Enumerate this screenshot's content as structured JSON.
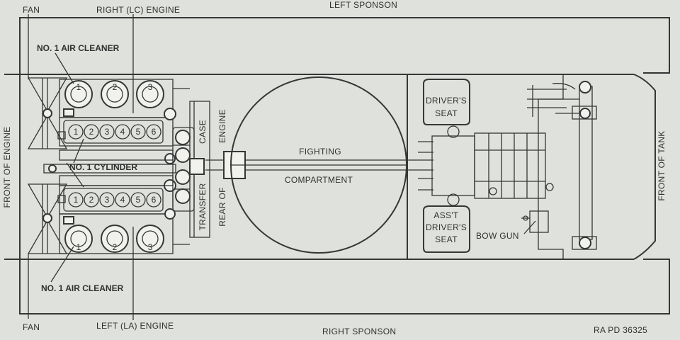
{
  "labels": {
    "fan_top": "FAN",
    "right_engine": "RIGHT (LC) ENGINE",
    "left_sponson": "LEFT SPONSON",
    "air_cleaner_top": "NO. 1 AIR CLEANER",
    "front_of_engine": "FRONT OF ENGINE",
    "no1_cylinder": "NO. 1 CYLINDER",
    "transfer": "TRANSFER",
    "case": "CASE",
    "rear_of": "REAR OF",
    "engine_word": "ENGINE",
    "fighting": "FIGHTING",
    "compartment": "COMPARTMENT",
    "drivers_seat_1": "DRIVER'S",
    "drivers_seat_2": "SEAT",
    "asst_seat_1": "ASS'T",
    "asst_seat_2": "DRIVER'S",
    "asst_seat_3": "SEAT",
    "bow_gun": "BOW GUN",
    "front_of_tank": "FRONT OF TANK",
    "air_cleaner_bottom": "NO. 1 AIR CLEANER",
    "fan_bottom": "FAN",
    "left_engine": "LEFT (LA) ENGINE",
    "right_sponson": "RIGHT SPONSON",
    "ref": "RA PD 36325"
  },
  "air_cleaners_top": [
    "1",
    "2",
    "3"
  ],
  "air_cleaners_bottom": [
    "1",
    "2",
    "3"
  ],
  "cylinders_top": [
    "1",
    "2",
    "3",
    "4",
    "5",
    "6"
  ],
  "cylinders_bottom": [
    "1",
    "2",
    "3",
    "4",
    "5",
    "6"
  ]
}
